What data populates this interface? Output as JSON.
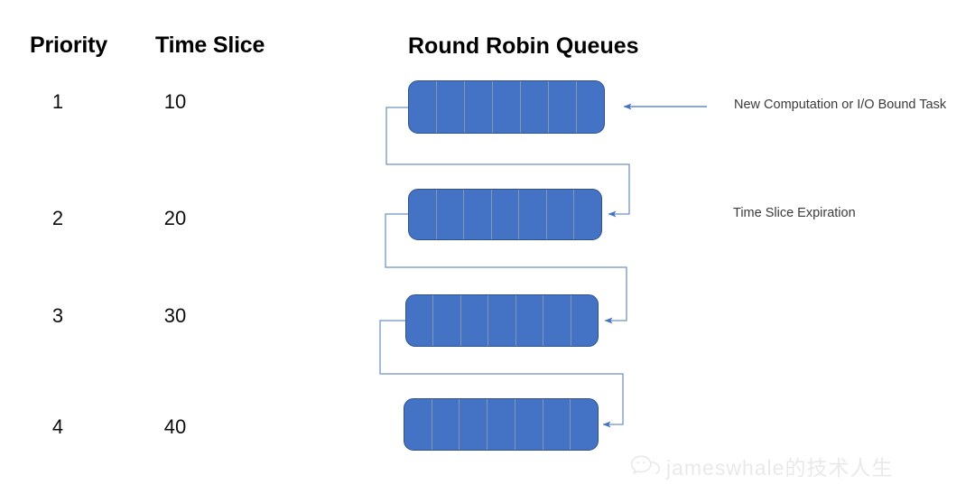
{
  "title": "Round Robin Queues",
  "columns": {
    "priority_header": "Priority",
    "time_slice_header": "Time Slice"
  },
  "rows": [
    {
      "priority": "1",
      "time_slice": "10",
      "cells": 7
    },
    {
      "priority": "2",
      "time_slice": "20",
      "cells": 7
    },
    {
      "priority": "3",
      "time_slice": "30",
      "cells": 7
    },
    {
      "priority": "4",
      "time_slice": "40",
      "cells": 7
    }
  ],
  "annotations": {
    "new_task": "New Computation or I/O Bound Task",
    "expiration": "Time Slice Expiration"
  },
  "watermark": {
    "icon": "wechat-icon",
    "text": "jameswhale的技术人生"
  },
  "colors": {
    "queue_fill": "#4472C4",
    "queue_border": "#2F528F",
    "queue_divider": "#8497B0",
    "arrow": "#4472C4",
    "text": "#0d0d0d",
    "annotation_text": "#3b3b3b",
    "background": "#ffffff"
  },
  "diagram_type": "multilevel-feedback-queue-scheduling"
}
